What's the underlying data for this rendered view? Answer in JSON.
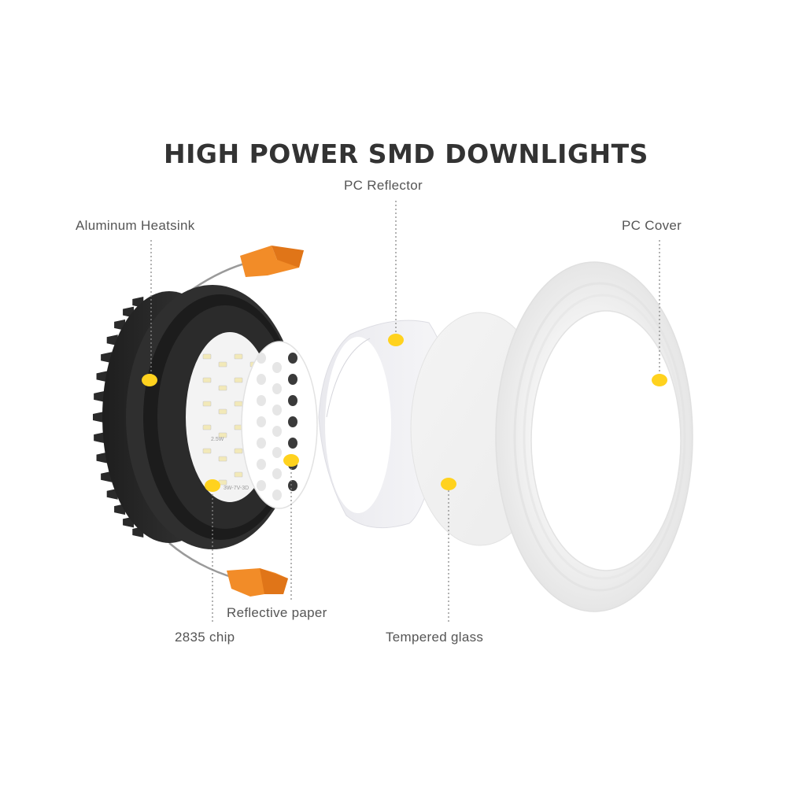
{
  "title": "HIGH POWER SMD DOWNLIGHTS",
  "labels": {
    "aluminum_heatsink": "Aluminum Heatsink",
    "pc_reflector": "PC Reflector",
    "pc_cover": "PC Cover",
    "reflective_paper": "Reflective paper",
    "chip": "2835 chip",
    "tempered_glass": "Tempered glass"
  },
  "pcb_text": {
    "code_a": "2.5W",
    "code_b": "3W-7V-3D"
  },
  "colors": {
    "marker": "#ffd21e",
    "leader_line": "#8a8a8a",
    "housing": "#2b2b2b",
    "spring_clip": "#f28c28",
    "title": "#333333"
  }
}
